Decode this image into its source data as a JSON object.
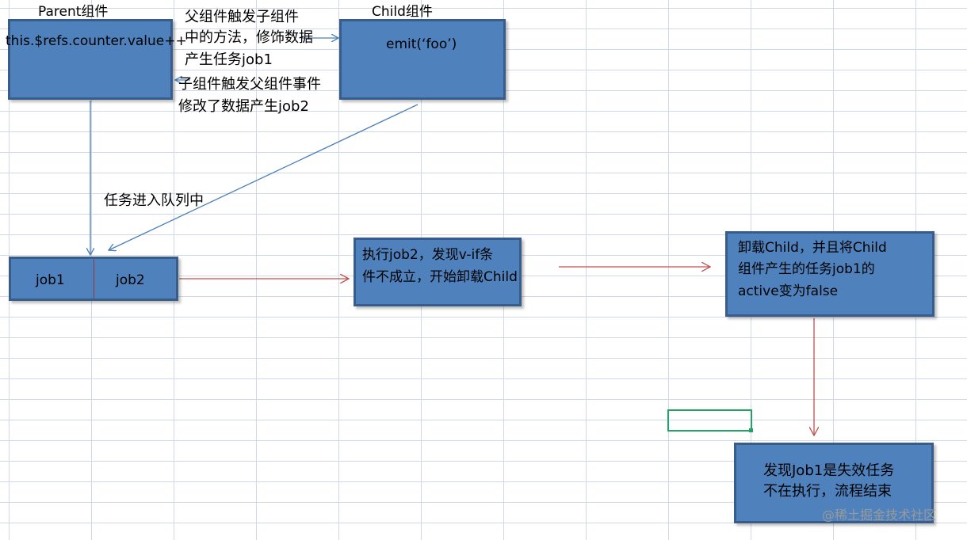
{
  "parent": {
    "title": "Parent组件",
    "code": "this.$refs.counter.value++"
  },
  "child": {
    "title": "Child组件",
    "code": "emit(‘foo’)"
  },
  "notes": {
    "parent_to_child": [
      "父组件触发子组件",
      "中的方法，修饰数据",
      "产生任务job1"
    ],
    "child_to_parent": [
      "子组件触发父组件事件",
      "修改了数据产生job2"
    ],
    "enqueue": "任务进入队列中"
  },
  "queue": {
    "job1": "job1",
    "job2": "job2"
  },
  "step_execute": [
    "执行job2，发现v-if条",
    "件不成立，开始卸载Child"
  ],
  "step_unmount": [
    "卸载Child，并且将Child",
    "组件产生的任务job1的",
    "active变为false"
  ],
  "step_end": [
    "发现Job1是失效任务",
    "不在执行，流程结束"
  ],
  "watermark": "@稀土掘金技术社区",
  "colors": {
    "box_fill": "#4f81bd",
    "box_border": "#385d8a",
    "blue_arrow": "#4a7ebb",
    "red_arrow": "#c0504d",
    "selection": "#21a366"
  }
}
